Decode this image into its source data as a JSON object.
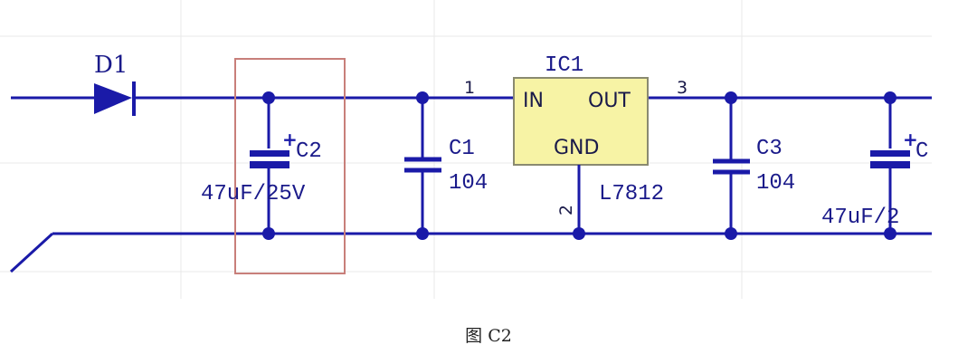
{
  "colors": {
    "wire": "#1a1aa8",
    "label": "#1a1a8a",
    "ic_fill": "#f7f3a5",
    "ic_border": "#8a8a70",
    "highlight_box": "#c87f7a",
    "grid": "#e6e6e6"
  },
  "components": {
    "d1": {
      "name": "D1"
    },
    "c2": {
      "name": "C2",
      "value": "47uF/25V"
    },
    "c1": {
      "name": "C1",
      "value": "104"
    },
    "ic1": {
      "name": "IC1",
      "in": "IN",
      "out": "OUT",
      "gnd": "GND",
      "part": "L7812",
      "pin_in": "1",
      "pin_out": "3",
      "pin_gnd": "2"
    },
    "c3": {
      "name": "C3",
      "value": "104"
    },
    "c4": {
      "name": "C",
      "value": "47uF/2"
    }
  },
  "caption": "图 C2"
}
